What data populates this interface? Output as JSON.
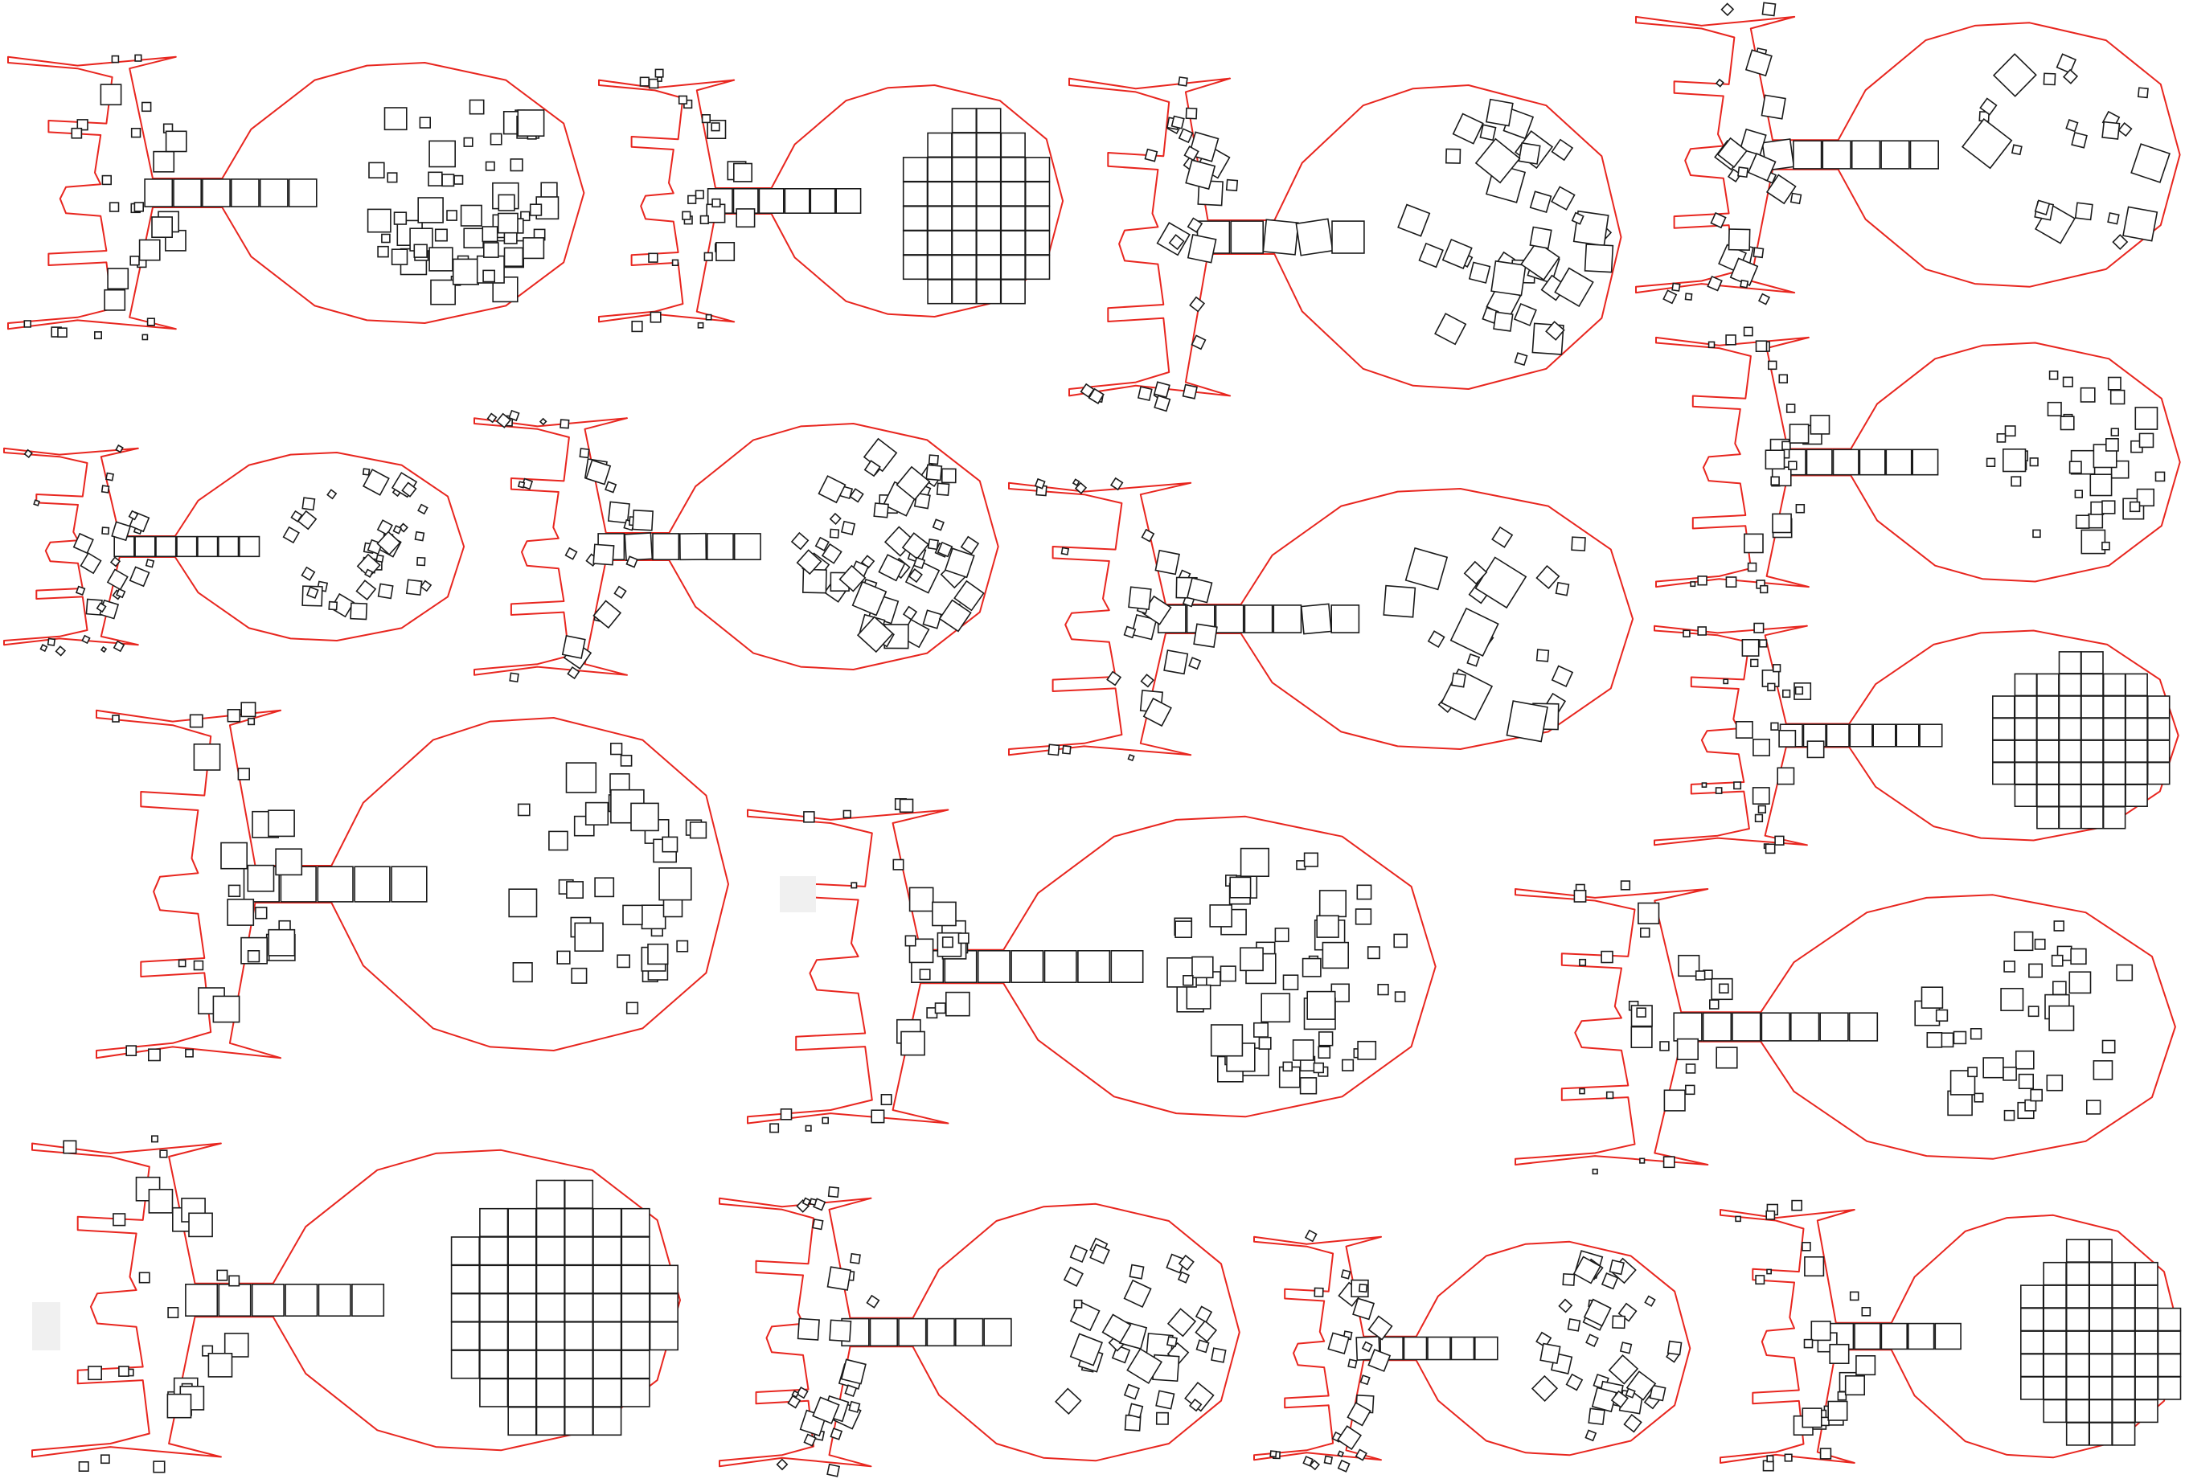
{
  "colors": {
    "background": "#ffffff",
    "outline": "#e8261f",
    "box_stroke": "#1a1a1a",
    "smudge": "#f0f0f0"
  },
  "layouts": [
    {
      "id": "layout-1",
      "mode": "mixed-dense"
    },
    {
      "id": "layout-2",
      "mode": "grid-dense"
    },
    {
      "id": "layout-3",
      "mode": "rotated-sparse"
    },
    {
      "id": "layout-4",
      "mode": "rotated-large"
    },
    {
      "id": "layout-5",
      "mode": "rotated-sparse"
    },
    {
      "id": "layout-6",
      "mode": "rotated-dense"
    },
    {
      "id": "layout-7",
      "mode": "rotated-large"
    },
    {
      "id": "layout-8",
      "mode": "axis-sparse"
    },
    {
      "id": "layout-9",
      "mode": "axis-medium"
    },
    {
      "id": "layout-10",
      "mode": "axis-dense"
    },
    {
      "id": "layout-11",
      "mode": "grid-medium"
    },
    {
      "id": "layout-12",
      "mode": "axis-scatter"
    },
    {
      "id": "layout-13",
      "mode": "grid-regular"
    },
    {
      "id": "layout-14",
      "mode": "rotated-grid"
    },
    {
      "id": "layout-15",
      "mode": "rotated-scatter"
    },
    {
      "id": "layout-16",
      "mode": "grid-regular"
    }
  ]
}
